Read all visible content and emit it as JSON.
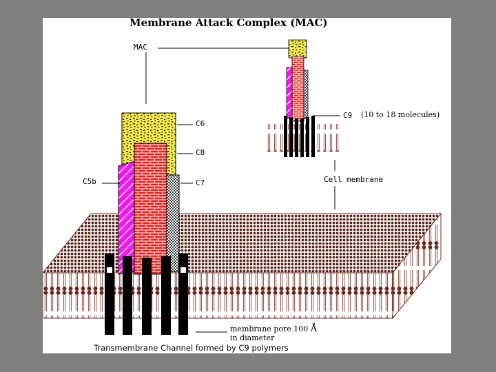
{
  "title": "Membrane Attack Complex (MAC)",
  "labels": {
    "mac": "MAC",
    "c6": "C6",
    "c8": "C8",
    "c5b": "C5b",
    "c7": "C7",
    "c9": "C9",
    "c9_note": "(10 to 18 molecules)",
    "cell_membrane": "Cell membrane",
    "pore_line1": "membrane pore  100",
    "pore_unit": "Å",
    "pore_line2": "in diameter"
  },
  "caption": "Transmembrane Channel formed by C9 polymers",
  "colors": {
    "background": "#7f7f7b",
    "c6_yellow": "#f6ea4c",
    "c8_red": "#e3231f",
    "c5b_magenta": "#ee1aee",
    "c7_gray": "#bdbdbd",
    "c9_black": "#000000",
    "membrane_brown": "#6b2a1e"
  }
}
